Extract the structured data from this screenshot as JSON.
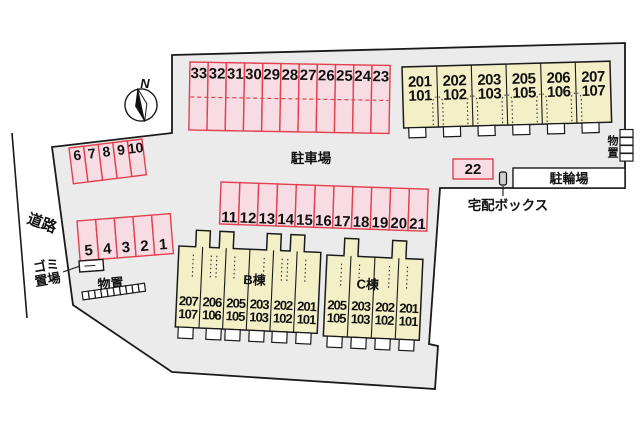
{
  "colors": {
    "site_fill": "#ebebeb",
    "stall_fill": "#f8dce3",
    "stall_border": "#e2404e",
    "building_fill": "#f3efc7",
    "outline": "#1a1a1a"
  },
  "labels": {
    "parking_lot": "駐車場",
    "bicycle_parking": "駐輪場",
    "delivery_box": "宅配ボックス",
    "road": "道路",
    "garbage_line1": "ゴミ",
    "garbage_line2": "置場",
    "storage_left": "物置",
    "storage_right": "物置",
    "north": "N"
  },
  "parking": {
    "row_top": [
      "33",
      "32",
      "31",
      "30",
      "29",
      "28",
      "27",
      "26",
      "25",
      "24",
      "23"
    ],
    "row_middle": [
      "11",
      "12",
      "13",
      "14",
      "15",
      "16",
      "17",
      "18",
      "19",
      "20",
      "21"
    ],
    "row_upper_left": [
      "6",
      "7",
      "8",
      "9",
      "10"
    ],
    "row_lower_left": [
      "5",
      "4",
      "3",
      "2",
      "1"
    ],
    "single_stall": "22"
  },
  "buildings": {
    "north": {
      "units": [
        {
          "upper": "201",
          "lower": "101"
        },
        {
          "upper": "202",
          "lower": "102"
        },
        {
          "upper": "203",
          "lower": "103"
        },
        {
          "upper": "205",
          "lower": "105"
        },
        {
          "upper": "206",
          "lower": "106"
        },
        {
          "upper": "207",
          "lower": "107"
        }
      ]
    },
    "b": {
      "name": "B棟",
      "units": [
        {
          "upper": "207",
          "lower": "107"
        },
        {
          "upper": "206",
          "lower": "106"
        },
        {
          "upper": "205",
          "lower": "105"
        },
        {
          "upper": "203",
          "lower": "103"
        },
        {
          "upper": "202",
          "lower": "102"
        },
        {
          "upper": "201",
          "lower": "101"
        }
      ]
    },
    "c": {
      "name": "C棟",
      "units": [
        {
          "upper": "205",
          "lower": "105"
        },
        {
          "upper": "203",
          "lower": "103"
        },
        {
          "upper": "202",
          "lower": "102"
        },
        {
          "upper": "201",
          "lower": "101"
        }
      ]
    }
  }
}
